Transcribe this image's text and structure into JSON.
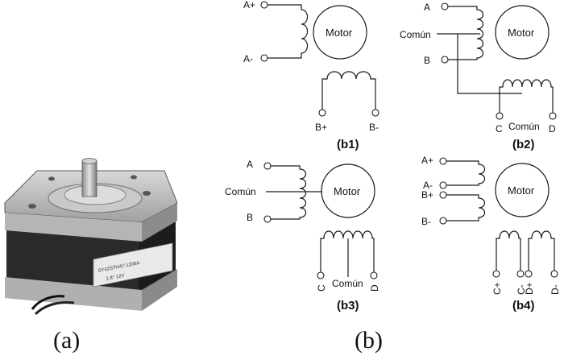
{
  "captions": {
    "a": "(a)",
    "b": "(b)"
  },
  "photo": {
    "label_line1": "SY42STH47-1206A",
    "label_line2": "1.8° 12V"
  },
  "motor_label": "Motor",
  "b1": {
    "caption": "(b1)",
    "coil_a_top": "A+",
    "coil_a_bottom": "A-",
    "coil_b_left": "B+",
    "coil_b_right": "B-"
  },
  "b2": {
    "caption": "(b2)",
    "coil_a_top": "A",
    "coil_a_center": "Común",
    "coil_a_bottom": "B",
    "coil_b_left": "C",
    "coil_b_center": "Común",
    "coil_b_right": "D"
  },
  "b3": {
    "caption": "(b3)",
    "coil_a_top": "A",
    "coil_a_center": "Común",
    "coil_a_bottom": "B",
    "coil_b_left": "C",
    "coil_b_center": "Común",
    "coil_b_right": "D"
  },
  "b4": {
    "caption": "(b4)",
    "a_plus": "A+",
    "a_minus": "A-",
    "b_plus": "B+",
    "b_minus": "B-",
    "c_plus": "C+",
    "c_minus": "C-",
    "d_plus": "D+",
    "d_minus": "D-"
  }
}
